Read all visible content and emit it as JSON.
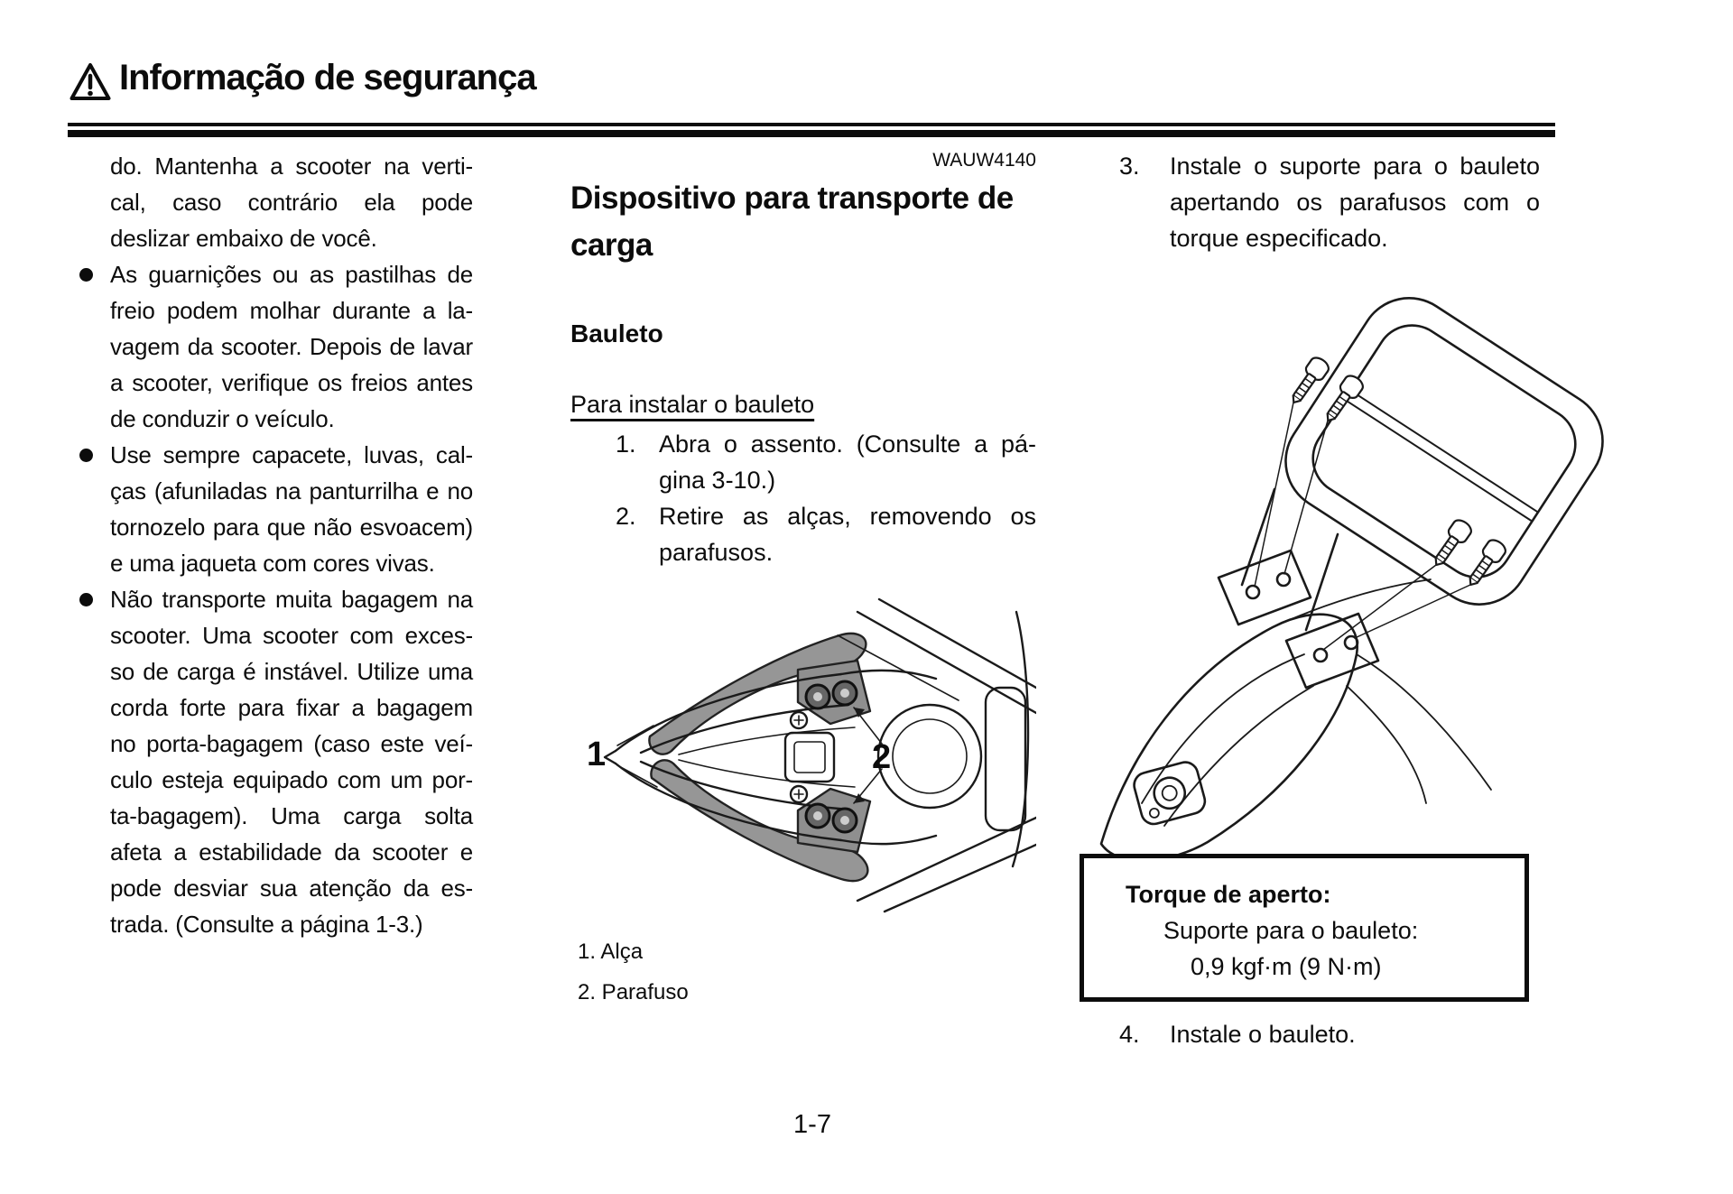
{
  "header": {
    "title": "Informação de segurança",
    "icon": "warning-triangle"
  },
  "left_column": {
    "items": [
      {
        "bullet": false,
        "lines": [
          "do. Mantenha a scooter na verti-",
          "cal, caso contrário ela pode",
          "deslizar embaixo de você."
        ]
      },
      {
        "bullet": true,
        "lines": [
          "As guarnições ou as pastilhas de",
          "freio podem molhar durante a la-",
          "vagem da scooter. Depois de lavar",
          "a scooter, verifique os freios antes",
          "de conduzir o veículo."
        ]
      },
      {
        "bullet": true,
        "lines": [
          "Use sempre capacete, luvas, cal-",
          "ças (afuniladas na panturrilha e no",
          "tornozelo para que não esvoacem)",
          "e uma jaqueta com cores vivas."
        ]
      },
      {
        "bullet": true,
        "lines": [
          "Não transporte muita bagagem na",
          "scooter. Uma scooter com exces-",
          "so de carga é instável. Utilize uma",
          "corda forte para fixar a bagagem",
          "no porta-bagagem (caso este veí-",
          "culo esteja equipado com um por-",
          "ta-bagagem). Uma carga solta",
          "afeta a estabilidade da scooter e",
          "pode desviar sua atenção da es-",
          "trada. (Consulte a página 1-3.)"
        ]
      }
    ]
  },
  "middle_column": {
    "code": "WAUW4140",
    "section_title_lines": [
      "Dispositivo para transporte de",
      "carga"
    ],
    "subsection_title": "Bauleto",
    "procedure_title": "Para instalar o bauleto",
    "steps": [
      {
        "num": "1.",
        "lines": [
          "Abra o assento. (Consulte a pá-",
          "gina 3-10.)"
        ]
      },
      {
        "num": "2.",
        "lines": [
          "Retire as alças, removendo os",
          "parafusos."
        ]
      }
    ],
    "figure_labels": {
      "label1": "1",
      "label2": "2"
    },
    "caption": [
      "1. Alça",
      "2. Parafuso"
    ]
  },
  "right_column": {
    "steps_before": [
      {
        "num": "3.",
        "lines": [
          "Instale o suporte para o bauleto",
          "apertando os parafusos com o",
          "torque especificado."
        ]
      }
    ],
    "torque_box": {
      "title": "Torque de aperto:",
      "line1": "Suporte para o bauleto:",
      "line2": "0,9 kgf·m (9 N·m)"
    },
    "steps_after": [
      {
        "num": "4.",
        "lines": [
          "Instale o bauleto."
        ]
      }
    ]
  },
  "footer": {
    "page_number": "1-7"
  },
  "colors": {
    "ink": "#0c0c0c",
    "line_art": "#1a1a1a",
    "handle_gray": "#969696"
  }
}
